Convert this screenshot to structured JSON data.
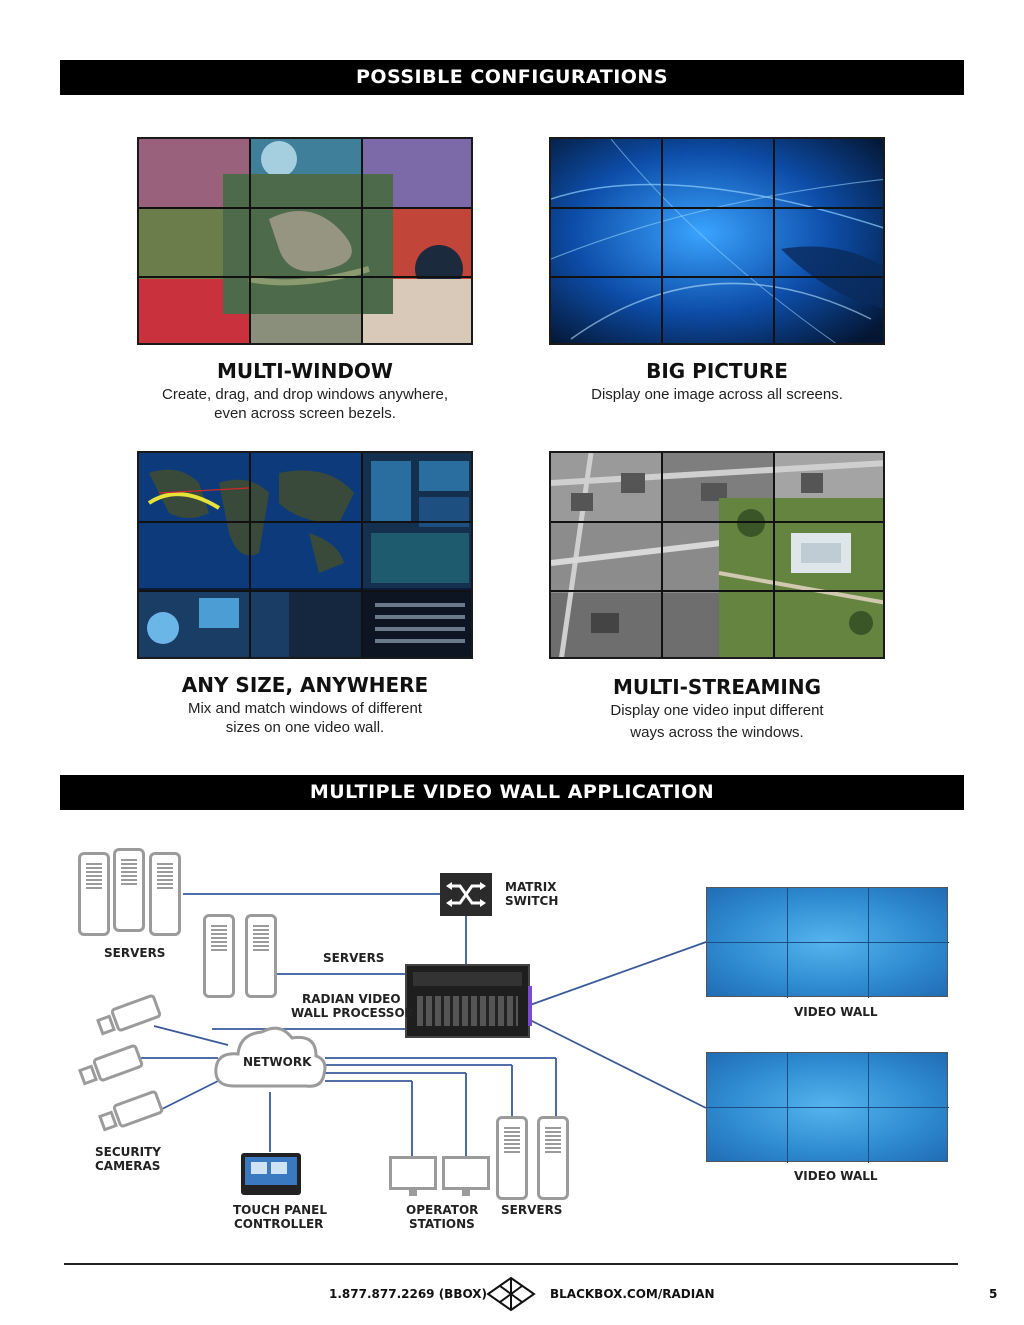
{
  "sections": {
    "configurations_title": "POSSIBLE CONFIGURATIONS",
    "application_title": "MULTIPLE VIDEO WALL APPLICATION"
  },
  "configurations": [
    {
      "title": "MULTI-WINDOW",
      "desc_line1": "Create, drag, and drop windows anywhere,",
      "desc_line2": "even across screen bezels."
    },
    {
      "title": "BIG PICTURE",
      "desc_line1": "Display one image across all screens.",
      "desc_line2": ""
    },
    {
      "title": "ANY SIZE, ANYWHERE",
      "desc_line1": "Mix and match windows of different",
      "desc_line2": "sizes on one video wall."
    },
    {
      "title": "MULTI-STREAMING",
      "desc_line1": "Display one video input different",
      "desc_line2": "ways across the windows."
    }
  ],
  "diagram": {
    "servers_top": "SERVERS",
    "servers_mid": "SERVERS",
    "matrix_switch_line1": "MATRIX",
    "matrix_switch_line2": "SWITCH",
    "processor_line1": "RADIAN VIDEO",
    "processor_line2": "WALL PROCESSOR",
    "network": "NETWORK",
    "security_line1": "SECURITY",
    "security_line2": "CAMERAS",
    "touch_line1": "TOUCH PANEL",
    "touch_line2": "CONTROLLER",
    "operator_line1": "OPERATOR",
    "operator_line2": "STATIONS",
    "servers_bottom": "SERVERS",
    "video_wall_1": "VIDEO WALL",
    "video_wall_2": "VIDEO WALL"
  },
  "footer": {
    "phone": "1.877.877.2269 (BBOX)",
    "url": "BLACKBOX.COM/RADIAN",
    "page_number": "5"
  },
  "colors": {
    "connector_line": "#3a5a9c",
    "section_bar": "#000000",
    "wall_blue": "#2f8ad0"
  }
}
